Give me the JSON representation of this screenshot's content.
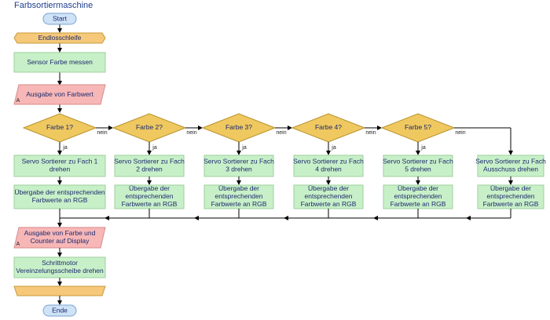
{
  "title": "Farbsortiermaschine",
  "nodes": {
    "start": "Start",
    "loop_start": "Endlosschleife",
    "measure": "Sensor Farbe messen",
    "output_value": "Ausgabe von Farbwert",
    "decisions": [
      "Farbe 1?",
      "Farbe 2?",
      "Farbe 3?",
      "Farbe 4?",
      "Farbe 5?"
    ],
    "servo": [
      [
        "Servo Sortierer zu Fach 1",
        "drehen"
      ],
      [
        "Servo Sortierer zu Fach",
        "2 drehen"
      ],
      [
        "Servo Sortierer zu Fach",
        "3 drehen"
      ],
      [
        "Servo Sortierer zu Fach",
        "4 drehen"
      ],
      [
        "Servo Sortierer zu Fach",
        "5 drehen"
      ],
      [
        "Servo Sortierer zu Fach",
        "Ausschuss drehen"
      ]
    ],
    "rgb": [
      [
        "Übergabe der entsprechenden",
        "Farbwerte an RGB"
      ],
      [
        "Übergabe der",
        "entsprechenden",
        "Farbwerte an RGB"
      ],
      [
        "Übergabe der",
        "entsprechenden",
        "Farbwerte an RGB"
      ],
      [
        "Übergabe der",
        "entsprechenden",
        "Farbwerte an RGB"
      ],
      [
        "Übergabe der",
        "entsprechenden",
        "Farbwerte an RGB"
      ],
      [
        "Übergabe der",
        "entsprechenden",
        "Farbwerte an RGB"
      ]
    ],
    "output_display": [
      "Ausgabe von Farbe und",
      "Counter auf Display"
    ],
    "stepper": [
      "Schrittmotor",
      "Vereinzelungsscheibe drehen"
    ],
    "end": "Ende"
  },
  "edge_labels": {
    "yes": "ja",
    "no": "nein"
  },
  "io_marker": "A",
  "colors": {
    "terminal": "#cfe3f7",
    "loop": "#f5c87a",
    "process": "#c8f0c8",
    "io": "#f7b7b7",
    "decision": "#efc860",
    "text": "#1c2a6e",
    "line": "#000000"
  }
}
